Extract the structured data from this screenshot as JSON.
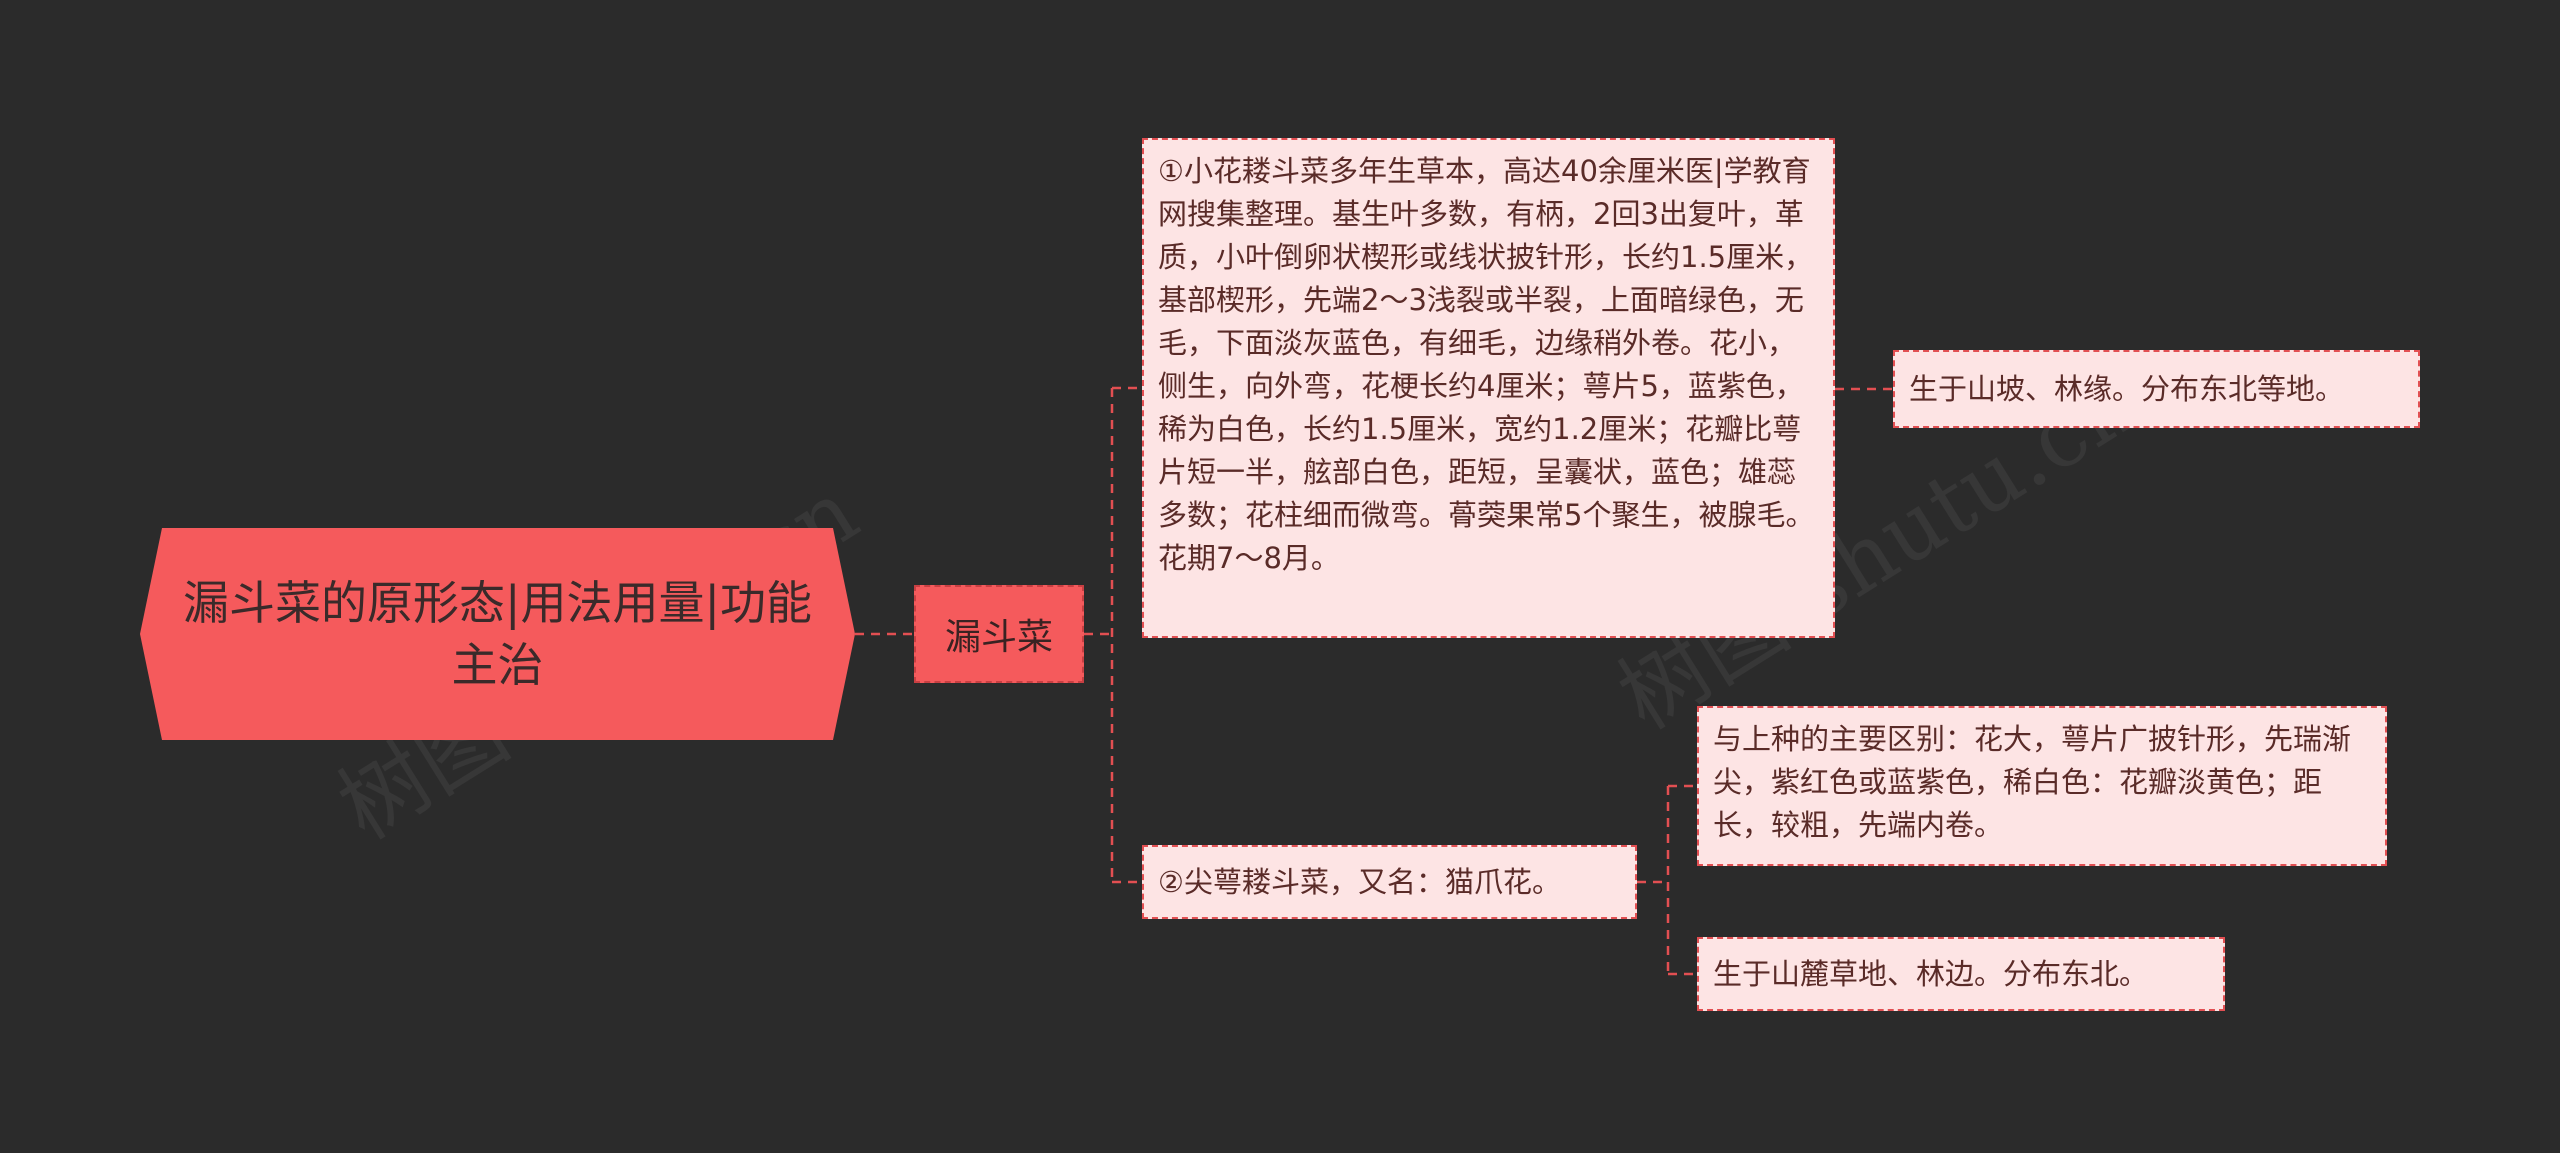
{
  "diagram": {
    "root": {
      "label": "漏斗菜的原形态|用法用量|功能主治"
    },
    "topic": {
      "label": "漏斗菜"
    },
    "branches": [
      {
        "label": "①小花耧斗菜多年生草本，高达40余厘米医|学教育网搜集整理。基生叶多数，有柄，2回3出复叶，革质，小叶倒卵状楔形或线状披针形，长约1.5厘米，基部楔形，先端2～3浅裂或半裂，上面暗绿色，无毛，下面淡灰蓝色，有细毛，边缘稍外卷。花小，侧生，向外弯，花梗长约4厘米；萼片5，蓝紫色，稀为白色，长约1.5厘米，宽约1.2厘米；花瓣比萼片短一半，舷部白色，距短，呈囊状，蓝色；雄蕊多数；花柱细而微弯。蓇葖果常5个聚生，被腺毛。花期7～8月。",
        "children": [
          {
            "label": "生于山坡、林缘。分布东北等地。"
          }
        ]
      },
      {
        "label": "②尖萼耧斗菜，又名：猫爪花。",
        "children": [
          {
            "label": "与上种的主要区别：花大，萼片广披针形，先瑞渐尖，紫红色或蓝紫色，稀白色：花瓣淡黄色；距长，较粗，先端内卷。"
          },
          {
            "label": "生于山麓草地、林边。分布东北。"
          }
        ]
      }
    ]
  },
  "watermark": {
    "text_a": "树图 shutu.cn",
    "text_b": "树图 shutu.cn"
  },
  "colors": {
    "background": "#2b2b2b",
    "root_fill": "#f55a5c",
    "leaf_fill": "#fde4e4",
    "connector": "#e24f52",
    "text_dark": "#5a2b28"
  }
}
